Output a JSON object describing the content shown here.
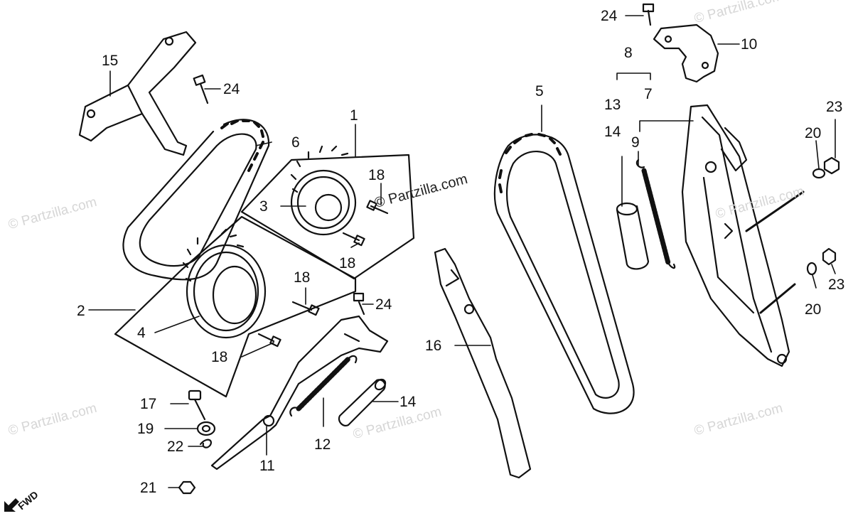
{
  "watermarks": [
    "© Partzilla.com",
    "© Partzilla.com",
    "© Partzilla.com",
    "© Partzilla.com",
    "© Partzilla.com",
    "© Partzilla.com"
  ],
  "center_watermark": "© Partzilla.com",
  "fwd_label": "FWD",
  "callouts": {
    "c1": "1",
    "c2": "2",
    "c3": "3",
    "c4": "4",
    "c5": "5",
    "c6": "6",
    "c7": "7",
    "c8": "8",
    "c9": "9",
    "c10": "10",
    "c11": "11",
    "c12": "12",
    "c13": "13",
    "c14a": "14",
    "c14b": "14",
    "c15": "15",
    "c16": "16",
    "c17": "17",
    "c18a": "18",
    "c18b": "18",
    "c18c": "18",
    "c18d": "18",
    "c19": "19",
    "c20a": "20",
    "c20b": "20",
    "c21": "21",
    "c22": "22",
    "c23a": "23",
    "c23b": "23",
    "c24a": "24",
    "c24b": "24",
    "c24c": "24"
  }
}
